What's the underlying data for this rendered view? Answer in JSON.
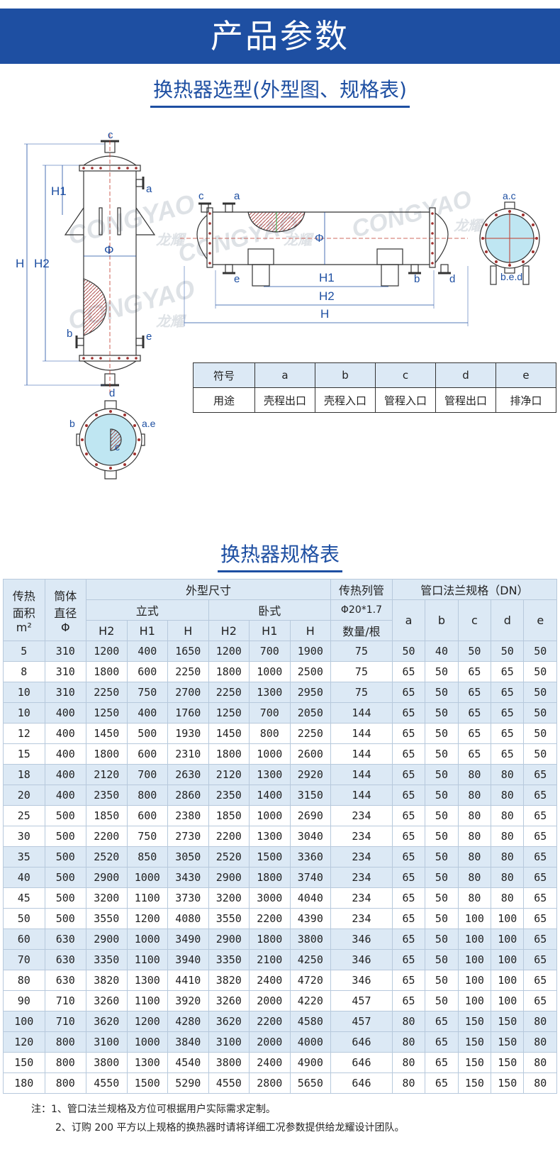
{
  "banner": {
    "title": "产品参数"
  },
  "section1": {
    "title": "换热器选型(外型图、规格表)"
  },
  "section2": {
    "title": "换热器规格表"
  },
  "diagram": {
    "labels": {
      "a": "a",
      "b": "b",
      "c": "c",
      "d": "d",
      "e": "e",
      "ae": "a.e",
      "ac": "a.c",
      "bed": "b.e.d",
      "H": "H",
      "H1": "H1",
      "H2": "H2",
      "phi": "Φ"
    },
    "watermark": {
      "brand": "CONGYAO",
      "cn": "龙耀"
    }
  },
  "symbol_table": {
    "header": [
      "符号",
      "a",
      "b",
      "c",
      "d",
      "e"
    ],
    "row": [
      "用途",
      "壳程出口",
      "壳程入口",
      "管程入口",
      "管程出口",
      "排净口"
    ]
  },
  "spec_table": {
    "header": {
      "area": [
        "传热",
        "面积",
        "m²"
      ],
      "dia": [
        "筒体",
        "直径",
        "Φ"
      ],
      "dims": "外型尺寸",
      "vertical": "立式",
      "horizontal": "卧式",
      "tubes": [
        "传热列管",
        "Φ20*1.7",
        "数量/根"
      ],
      "flange": "管口法兰规格（DN）",
      "sub": [
        "H2",
        "H1",
        "H",
        "H2",
        "H1",
        "H"
      ],
      "flange_cols": [
        "a",
        "b",
        "c",
        "d",
        "e"
      ]
    },
    "rows": [
      [
        "5",
        "310",
        "1200",
        "400",
        "1650",
        "1200",
        "700",
        "1900",
        "75",
        "50",
        "40",
        "50",
        "50",
        "50"
      ],
      [
        "8",
        "310",
        "1800",
        "600",
        "2250",
        "1800",
        "1000",
        "2500",
        "75",
        "65",
        "50",
        "65",
        "65",
        "50"
      ],
      [
        "10",
        "310",
        "2250",
        "750",
        "2700",
        "2250",
        "1300",
        "2950",
        "75",
        "65",
        "50",
        "65",
        "65",
        "50"
      ],
      [
        "10",
        "400",
        "1250",
        "400",
        "1760",
        "1250",
        "700",
        "2050",
        "144",
        "65",
        "50",
        "65",
        "65",
        "50"
      ],
      [
        "12",
        "400",
        "1450",
        "500",
        "1930",
        "1450",
        "800",
        "2250",
        "144",
        "65",
        "50",
        "65",
        "65",
        "50"
      ],
      [
        "15",
        "400",
        "1800",
        "600",
        "2310",
        "1800",
        "1000",
        "2600",
        "144",
        "65",
        "50",
        "65",
        "65",
        "50"
      ],
      [
        "18",
        "400",
        "2120",
        "700",
        "2630",
        "2120",
        "1300",
        "2920",
        "144",
        "65",
        "50",
        "80",
        "80",
        "65"
      ],
      [
        "20",
        "400",
        "2350",
        "800",
        "2860",
        "2350",
        "1400",
        "3150",
        "144",
        "65",
        "50",
        "80",
        "80",
        "65"
      ],
      [
        "25",
        "500",
        "1850",
        "600",
        "2380",
        "1850",
        "1000",
        "2690",
        "234",
        "65",
        "50",
        "80",
        "80",
        "65"
      ],
      [
        "30",
        "500",
        "2200",
        "750",
        "2730",
        "2200",
        "1300",
        "3040",
        "234",
        "65",
        "50",
        "80",
        "80",
        "65"
      ],
      [
        "35",
        "500",
        "2520",
        "850",
        "3050",
        "2520",
        "1500",
        "3360",
        "234",
        "65",
        "50",
        "80",
        "80",
        "65"
      ],
      [
        "40",
        "500",
        "2900",
        "1000",
        "3430",
        "2900",
        "1800",
        "3740",
        "234",
        "65",
        "50",
        "80",
        "80",
        "65"
      ],
      [
        "45",
        "500",
        "3200",
        "1100",
        "3730",
        "3200",
        "3000",
        "4040",
        "234",
        "65",
        "50",
        "80",
        "80",
        "65"
      ],
      [
        "50",
        "500",
        "3550",
        "1200",
        "4080",
        "3550",
        "2200",
        "4390",
        "234",
        "65",
        "50",
        "100",
        "100",
        "65"
      ],
      [
        "60",
        "630",
        "2900",
        "1000",
        "3490",
        "2900",
        "1800",
        "3800",
        "346",
        "65",
        "50",
        "100",
        "100",
        "65"
      ],
      [
        "70",
        "630",
        "3350",
        "1100",
        "3940",
        "3350",
        "2100",
        "4250",
        "346",
        "65",
        "50",
        "100",
        "100",
        "65"
      ],
      [
        "80",
        "630",
        "3820",
        "1300",
        "4410",
        "3820",
        "2400",
        "4720",
        "346",
        "65",
        "50",
        "100",
        "100",
        "65"
      ],
      [
        "90",
        "710",
        "3260",
        "1100",
        "3920",
        "3260",
        "2000",
        "4220",
        "457",
        "65",
        "50",
        "100",
        "100",
        "65"
      ],
      [
        "100",
        "710",
        "3620",
        "1200",
        "4280",
        "3620",
        "2200",
        "4580",
        "457",
        "80",
        "65",
        "150",
        "150",
        "80"
      ],
      [
        "120",
        "800",
        "3100",
        "1000",
        "3840",
        "3100",
        "2000",
        "4000",
        "646",
        "80",
        "65",
        "150",
        "150",
        "80"
      ],
      [
        "150",
        "800",
        "3800",
        "1300",
        "4540",
        "3800",
        "2400",
        "4900",
        "646",
        "80",
        "65",
        "150",
        "150",
        "80"
      ],
      [
        "180",
        "800",
        "4550",
        "1500",
        "5290",
        "4550",
        "2800",
        "5650",
        "646",
        "80",
        "65",
        "150",
        "150",
        "80"
      ]
    ],
    "shaded_rows": [
      0,
      2,
      3,
      6,
      7,
      10,
      11,
      14,
      15,
      18,
      19
    ]
  },
  "notes": {
    "line1": "注：1、管口法兰规格及方位可根据用户实际需求定制。",
    "line2": "2、订购 200 平方以上规格的换热器时请将详细工况参数提供给龙耀设计团队。"
  },
  "colors": {
    "brand": "#1e4fa2",
    "header_bg": "#dce9f5",
    "water": "#bfe6f2",
    "bolt": "#a0302e"
  }
}
